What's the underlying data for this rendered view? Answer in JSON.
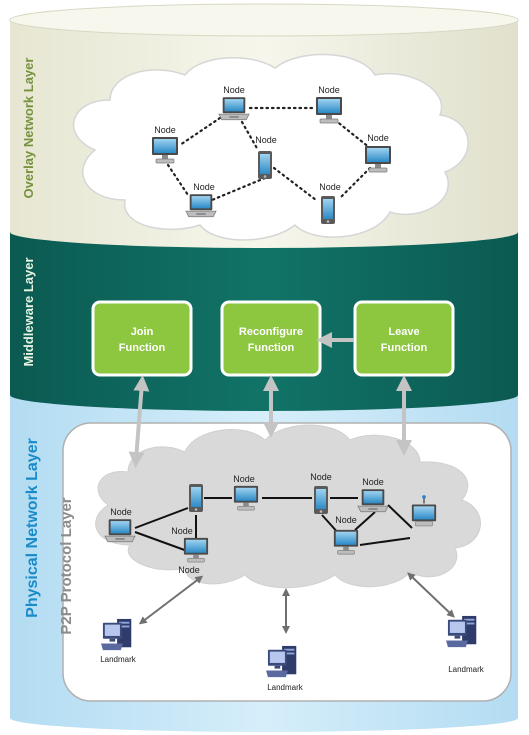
{
  "layers": {
    "overlay": {
      "label": "Overlay Network Layer"
    },
    "middleware": {
      "label": "Middleware Layer"
    },
    "physical": {
      "label": "Physical Network Layer"
    },
    "p2p": {
      "label": "P2P Protocol Layer"
    }
  },
  "functions": {
    "join": {
      "line1": "Join",
      "line2": "Function"
    },
    "reconfigure": {
      "line1": "Reconfigure",
      "line2": "Function"
    },
    "leave": {
      "line1": "Leave",
      "line2": "Function"
    }
  },
  "node_label": "Node",
  "landmark_label": "Landmark",
  "colors": {
    "overlay_layer": "#f0f0e2",
    "overlay_label": "#76923c",
    "middleware_layer": "#0f6b62",
    "physical_layer": "#c6e6f6",
    "physical_label": "#1a8bc9",
    "p2p_label": "#8c8c8c",
    "function_box": "#8dc63f",
    "connector": "#c4c4c4",
    "cloud": "#d9d9d9"
  }
}
